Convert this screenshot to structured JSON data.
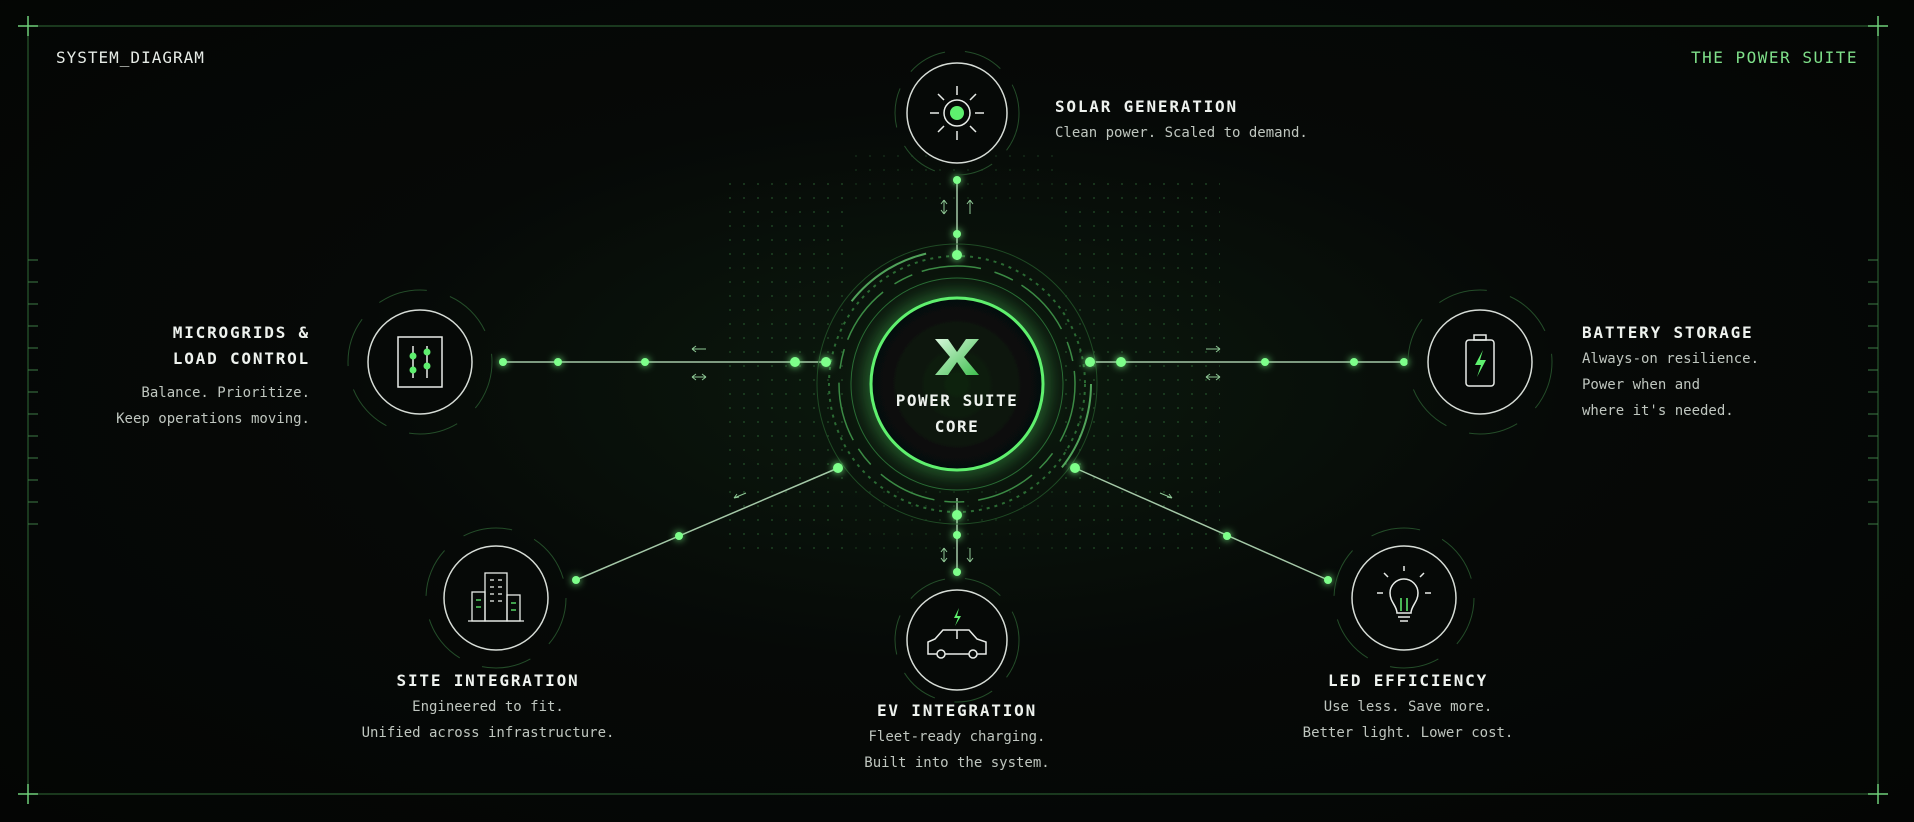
{
  "header": {
    "left_label": "SYSTEM_DIAGRAM",
    "right_label": "THE POWER SUITE"
  },
  "core": {
    "logo_glyph": "X",
    "label_line1": "POWER SUITE",
    "label_line2": "CORE"
  },
  "nodes": {
    "solar": {
      "icon": "sun-icon",
      "title": "SOLAR GENERATION",
      "desc1": "Clean power. Scaled to demand."
    },
    "microgrids": {
      "icon": "sliders-icon",
      "title1": "MICROGRIDS &",
      "title2": "LOAD CONTROL",
      "desc1": "Balance. Prioritize.",
      "desc2": "Keep operations moving."
    },
    "battery": {
      "icon": "battery-icon",
      "title": "BATTERY STORAGE",
      "desc1": "Always-on resilience.",
      "desc2": "Power when and",
      "desc3": "where it's needed."
    },
    "site": {
      "icon": "buildings-icon",
      "title": "SITE INTEGRATION",
      "desc1": "Engineered to fit.",
      "desc2": "Unified across infrastructure."
    },
    "ev": {
      "icon": "car-icon",
      "title": "EV INTEGRATION",
      "desc1": "Fleet-ready charging.",
      "desc2": "Built into the system."
    },
    "led": {
      "icon": "lightbulb-icon",
      "title": "LED EFFICIENCY",
      "desc1": "Use less. Save more.",
      "desc2": "Better light. Lower cost."
    }
  },
  "colors": {
    "accent": "#5ef06e",
    "accent_dim": "#2b6a33",
    "line": "#bfe9c3",
    "background": "#050706",
    "text": "#eef2ee"
  }
}
